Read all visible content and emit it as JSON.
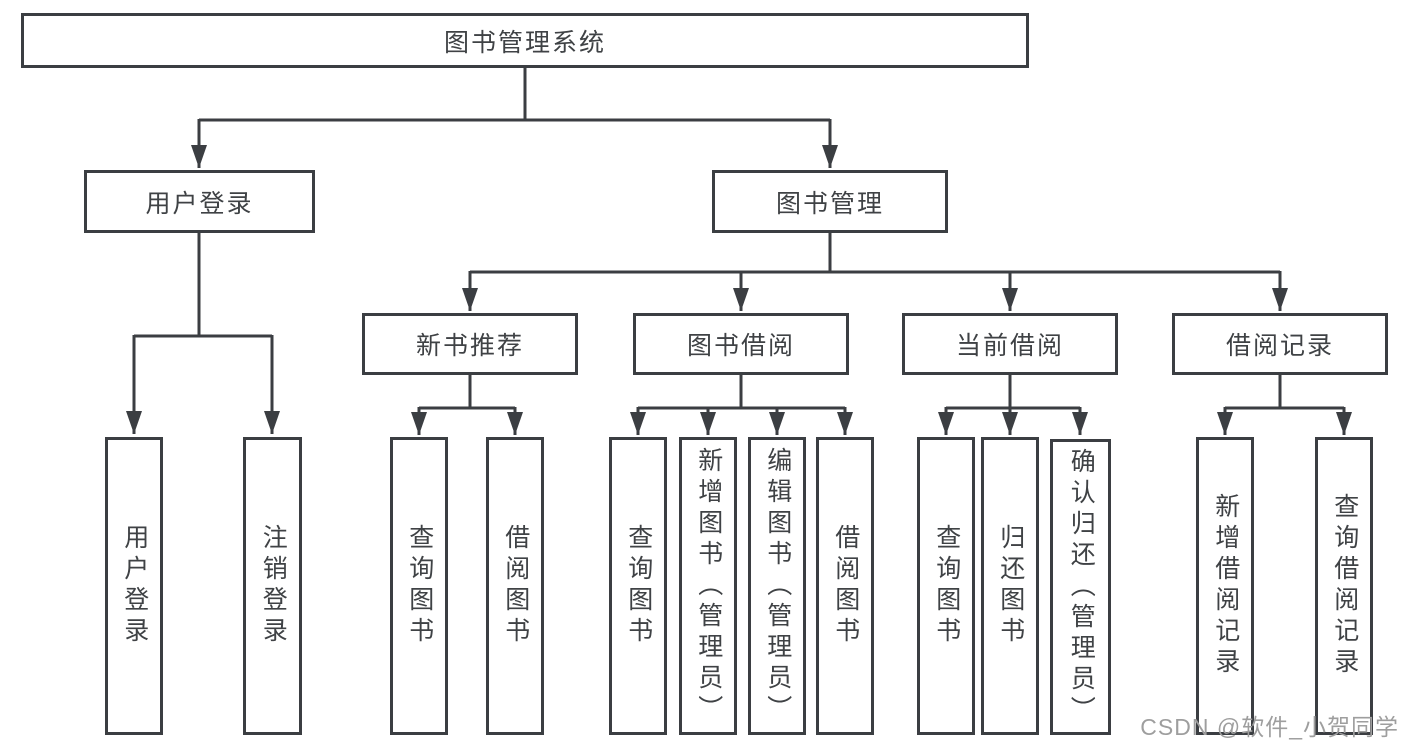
{
  "diagram": {
    "root": {
      "label": "图书管理系统"
    },
    "branches": [
      {
        "label": "用户登录",
        "children": [
          {
            "label": "用户登录"
          },
          {
            "label": "注销登录"
          }
        ]
      },
      {
        "label": "图书管理",
        "children": [
          {
            "label": "新书推荐",
            "children": [
              {
                "label": "查询图书"
              },
              {
                "label": "借阅图书"
              }
            ]
          },
          {
            "label": "图书借阅",
            "children": [
              {
                "label": "查询图书"
              },
              {
                "label": "新增图书（管理员）"
              },
              {
                "label": "编辑图书（管理员）"
              },
              {
                "label": "借阅图书"
              }
            ]
          },
          {
            "label": "当前借阅",
            "children": [
              {
                "label": "查询图书"
              },
              {
                "label": "归还图书"
              },
              {
                "label": "确认归还（管理员）"
              }
            ]
          },
          {
            "label": "借阅记录",
            "children": [
              {
                "label": "新增借阅记录"
              },
              {
                "label": "查询借阅记录"
              }
            ]
          }
        ]
      }
    ]
  },
  "watermark": {
    "text": "CSDN @软件_小贺同学"
  },
  "colors": {
    "line": "#3b3e42",
    "text": "#3f4245",
    "watermark": "#9e9e9e",
    "background": "#ffffff"
  }
}
